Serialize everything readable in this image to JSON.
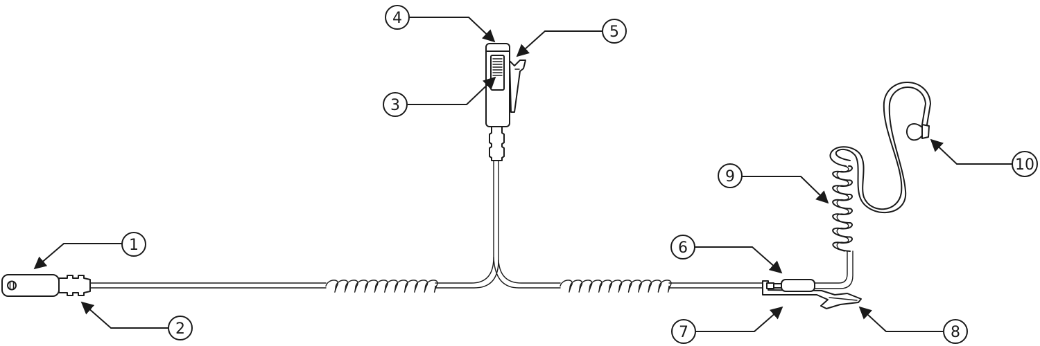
{
  "diagram": {
    "callouts": [
      {
        "id": 1,
        "label": "1"
      },
      {
        "id": 2,
        "label": "2"
      },
      {
        "id": 3,
        "label": "3"
      },
      {
        "id": 4,
        "label": "4"
      },
      {
        "id": 5,
        "label": "5"
      },
      {
        "id": 6,
        "label": "6"
      },
      {
        "id": 7,
        "label": "7"
      },
      {
        "id": 8,
        "label": "8"
      },
      {
        "id": 9,
        "label": "9"
      },
      {
        "id": 10,
        "label": "10"
      }
    ],
    "colors": {
      "stroke": "#1a1a1a",
      "background": "#ffffff"
    }
  }
}
